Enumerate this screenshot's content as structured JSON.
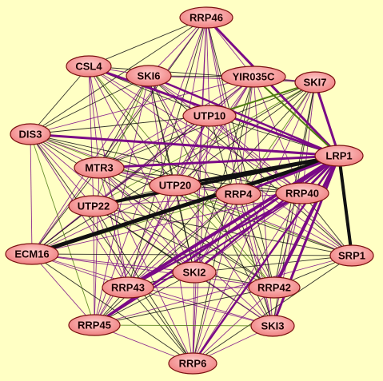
{
  "graph": {
    "nodes": [
      {
        "id": "RRP46",
        "label": "RRP46"
      },
      {
        "id": "CSL4",
        "label": "CSL4"
      },
      {
        "id": "SKI6",
        "label": "SKI6"
      },
      {
        "id": "YIR035C",
        "label": "YIR035C"
      },
      {
        "id": "SKI7",
        "label": "SKI7"
      },
      {
        "id": "UTP10",
        "label": "UTP10"
      },
      {
        "id": "DIS3",
        "label": "DIS3"
      },
      {
        "id": "LRP1",
        "label": "LRP1"
      },
      {
        "id": "MTR3",
        "label": "MTR3"
      },
      {
        "id": "UTP20",
        "label": "UTP20"
      },
      {
        "id": "RRP4",
        "label": "RRP4"
      },
      {
        "id": "RRP40",
        "label": "RRP40"
      },
      {
        "id": "UTP22",
        "label": "UTP22"
      },
      {
        "id": "ECM16",
        "label": "ECM16"
      },
      {
        "id": "SRP1",
        "label": "SRP1"
      },
      {
        "id": "SKI2",
        "label": "SKI2"
      },
      {
        "id": "RRP43",
        "label": "RRP43"
      },
      {
        "id": "RRP42",
        "label": "RRP42"
      },
      {
        "id": "RRP45",
        "label": "RRP45"
      },
      {
        "id": "SKI3",
        "label": "SKI3"
      },
      {
        "id": "RRP6",
        "label": "RRP6"
      }
    ],
    "edge_colors": {
      "primary": "#7a0a86",
      "secondary": "#111111",
      "tertiary": "#4d7a10"
    },
    "node_fill": "#f49a9a",
    "node_stroke": "#7a1010",
    "background": "#ffffc4"
  }
}
